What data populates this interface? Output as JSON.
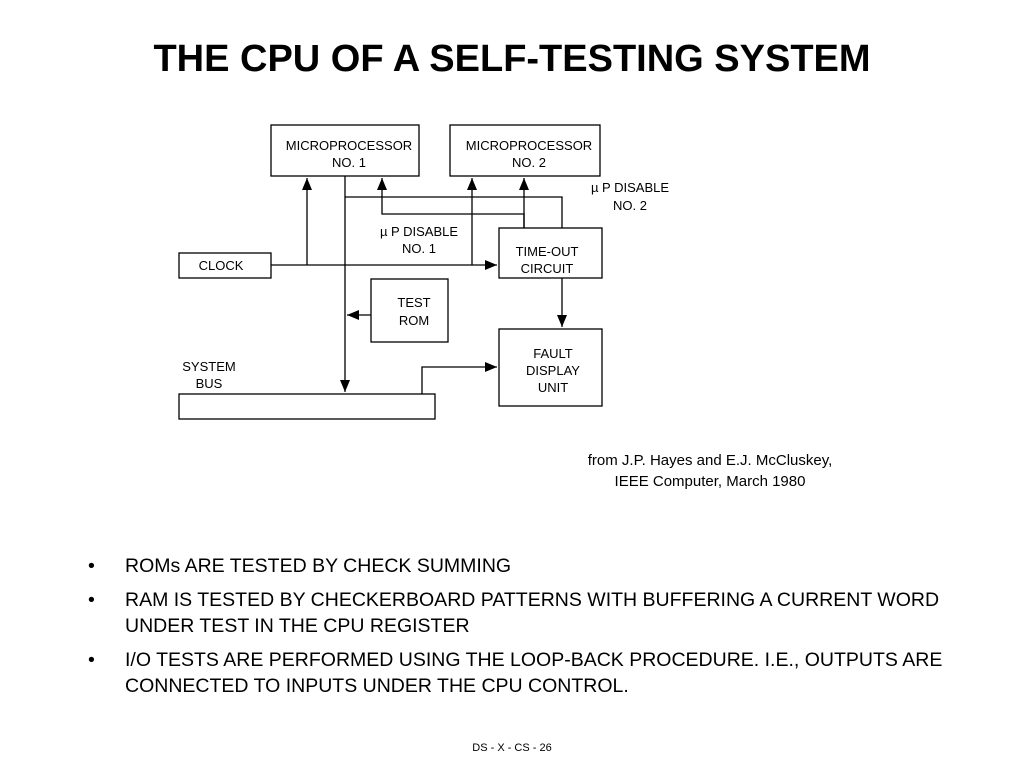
{
  "title": "THE CPU OF A SELF-TESTING SYSTEM",
  "diagram": {
    "blocks": {
      "mp1": [
        "MICROPROCESSOR",
        "NO. 1"
      ],
      "mp2": [
        "MICROPROCESSOR",
        "NO. 2"
      ],
      "clock": [
        "CLOCK"
      ],
      "timeout": [
        "TIME-OUT",
        "CIRCUIT"
      ],
      "testrom": [
        "TEST",
        "ROM"
      ],
      "fault": [
        "FAULT",
        "DISPLAY",
        "UNIT"
      ],
      "bus": [
        "SYSTEM",
        "BUS"
      ]
    },
    "labels": {
      "disable1": [
        "µ P DISABLE",
        "NO. 1"
      ],
      "disable2": [
        "µ P DISABLE",
        "NO. 2"
      ]
    }
  },
  "citation": {
    "line1": "from J.P. Hayes and E.J. McCluskey,",
    "line2": "IEEE Computer, March 1980"
  },
  "bullets": [
    "ROMs ARE TESTED BY CHECK SUMMING",
    "RAM IS TESTED BY CHECKERBOARD PATTERNS WITH BUFFERING A CURRENT WORD UNDER TEST IN THE CPU REGISTER",
    "I/O TESTS ARE PERFORMED USING THE LOOP-BACK PROCEDURE.  I.E., OUTPUTS ARE CONNECTED TO INPUTS UNDER THE CPU CONTROL."
  ],
  "footer": "DS - X - CS - 26"
}
